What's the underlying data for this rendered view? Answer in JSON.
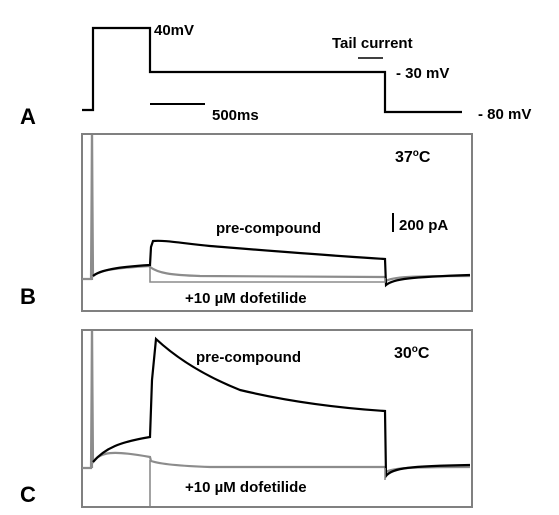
{
  "panel_a": {
    "letter": "A",
    "step_label": "40mV",
    "tail_label": "Tail current",
    "hold_label": "- 30 mV",
    "rest_label": "- 80 mV",
    "scale_label": "500ms"
  },
  "panel_b": {
    "letter": "B",
    "temperature": "37",
    "temperature_sup": "o",
    "temperature_unit": "C",
    "trace_pre": "pre-compound",
    "trace_drug": "+10 µM dofetilide",
    "scale_label": "200 pA"
  },
  "panel_c": {
    "letter": "C",
    "temperature": "30",
    "temperature_sup": "o",
    "temperature_unit": "C",
    "trace_pre": "pre-compound",
    "trace_drug": "+10 µM dofetilide"
  },
  "colors": {
    "pre_compound": "#000000",
    "dofetilide": "#8c8c8c",
    "frame": "#808080"
  }
}
